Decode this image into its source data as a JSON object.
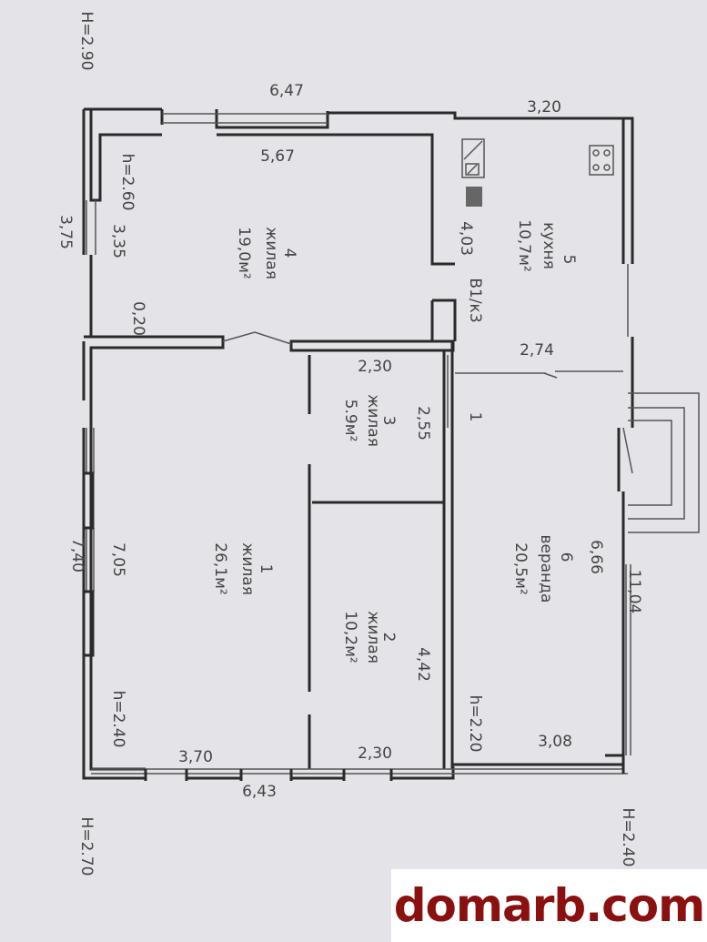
{
  "plan": {
    "heights": {
      "top_left": "H=2.90",
      "bottom_left": "H=2.70",
      "bottom_right": "H=2.40"
    },
    "dimensions": {
      "top_width": "6,47",
      "kitchen_top": "3,20",
      "room4_inner": "5,67",
      "room4_height_h": "h=2.60",
      "room4_depth": "3,35",
      "left_upper": "3,75",
      "wall": "0,20",
      "kitchen_depth": "4,03",
      "wc": "В1/к3",
      "kitchen_width": "2,74",
      "room3_width": "2,30",
      "room3_depth": "2,55",
      "corridor": "1",
      "room1_depth": "7,05",
      "left_total": "7,40",
      "room1_height_h": "h=2.40",
      "room2_depth": "4,42",
      "veranda_depth": "6,66",
      "right_total": "11,04",
      "veranda_height_h": "h=2.20",
      "veranda_width": "3,08",
      "room2_width": "2,30",
      "room1_width": "3,70",
      "bottom_width": "6,43"
    },
    "rooms": [
      {
        "num": "1",
        "name": "жилая",
        "area": "26,1м²"
      },
      {
        "num": "2",
        "name": "жилая",
        "area": "10,2м²"
      },
      {
        "num": "3",
        "name": "жилая",
        "area": "5.9м²"
      },
      {
        "num": "4",
        "name": "жилая",
        "area": "19,0м²"
      },
      {
        "num": "5",
        "name": "кухня",
        "area": "10,7м²"
      },
      {
        "num": "6",
        "name": "веранда",
        "area": "20,5м²"
      }
    ]
  },
  "watermark": "domarb.com"
}
